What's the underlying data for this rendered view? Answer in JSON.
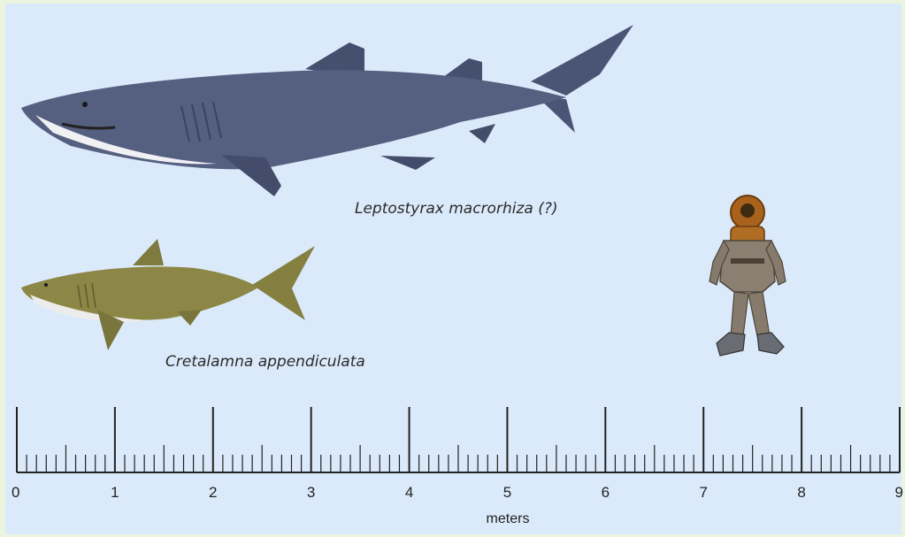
{
  "species": {
    "large": {
      "name": "Leptostyrax macrorhiza (?)",
      "color": "#4e5878"
    },
    "small": {
      "name": "Cretalamna appendiculata",
      "color": "#8a8748"
    }
  },
  "diver": {
    "icon": "diver-icon",
    "helmet_color": "#a8621c",
    "suit_color": "#8a7f70"
  },
  "scale": {
    "unit_label": "meters",
    "ticks": [
      "0",
      "1",
      "2",
      "3",
      "4",
      "5",
      "6",
      "7",
      "8",
      "9"
    ],
    "max": 9,
    "minor_per_unit": 10
  },
  "colors": {
    "background": "#dbeafa",
    "frame": "#eaf4df",
    "ink": "#222222"
  }
}
